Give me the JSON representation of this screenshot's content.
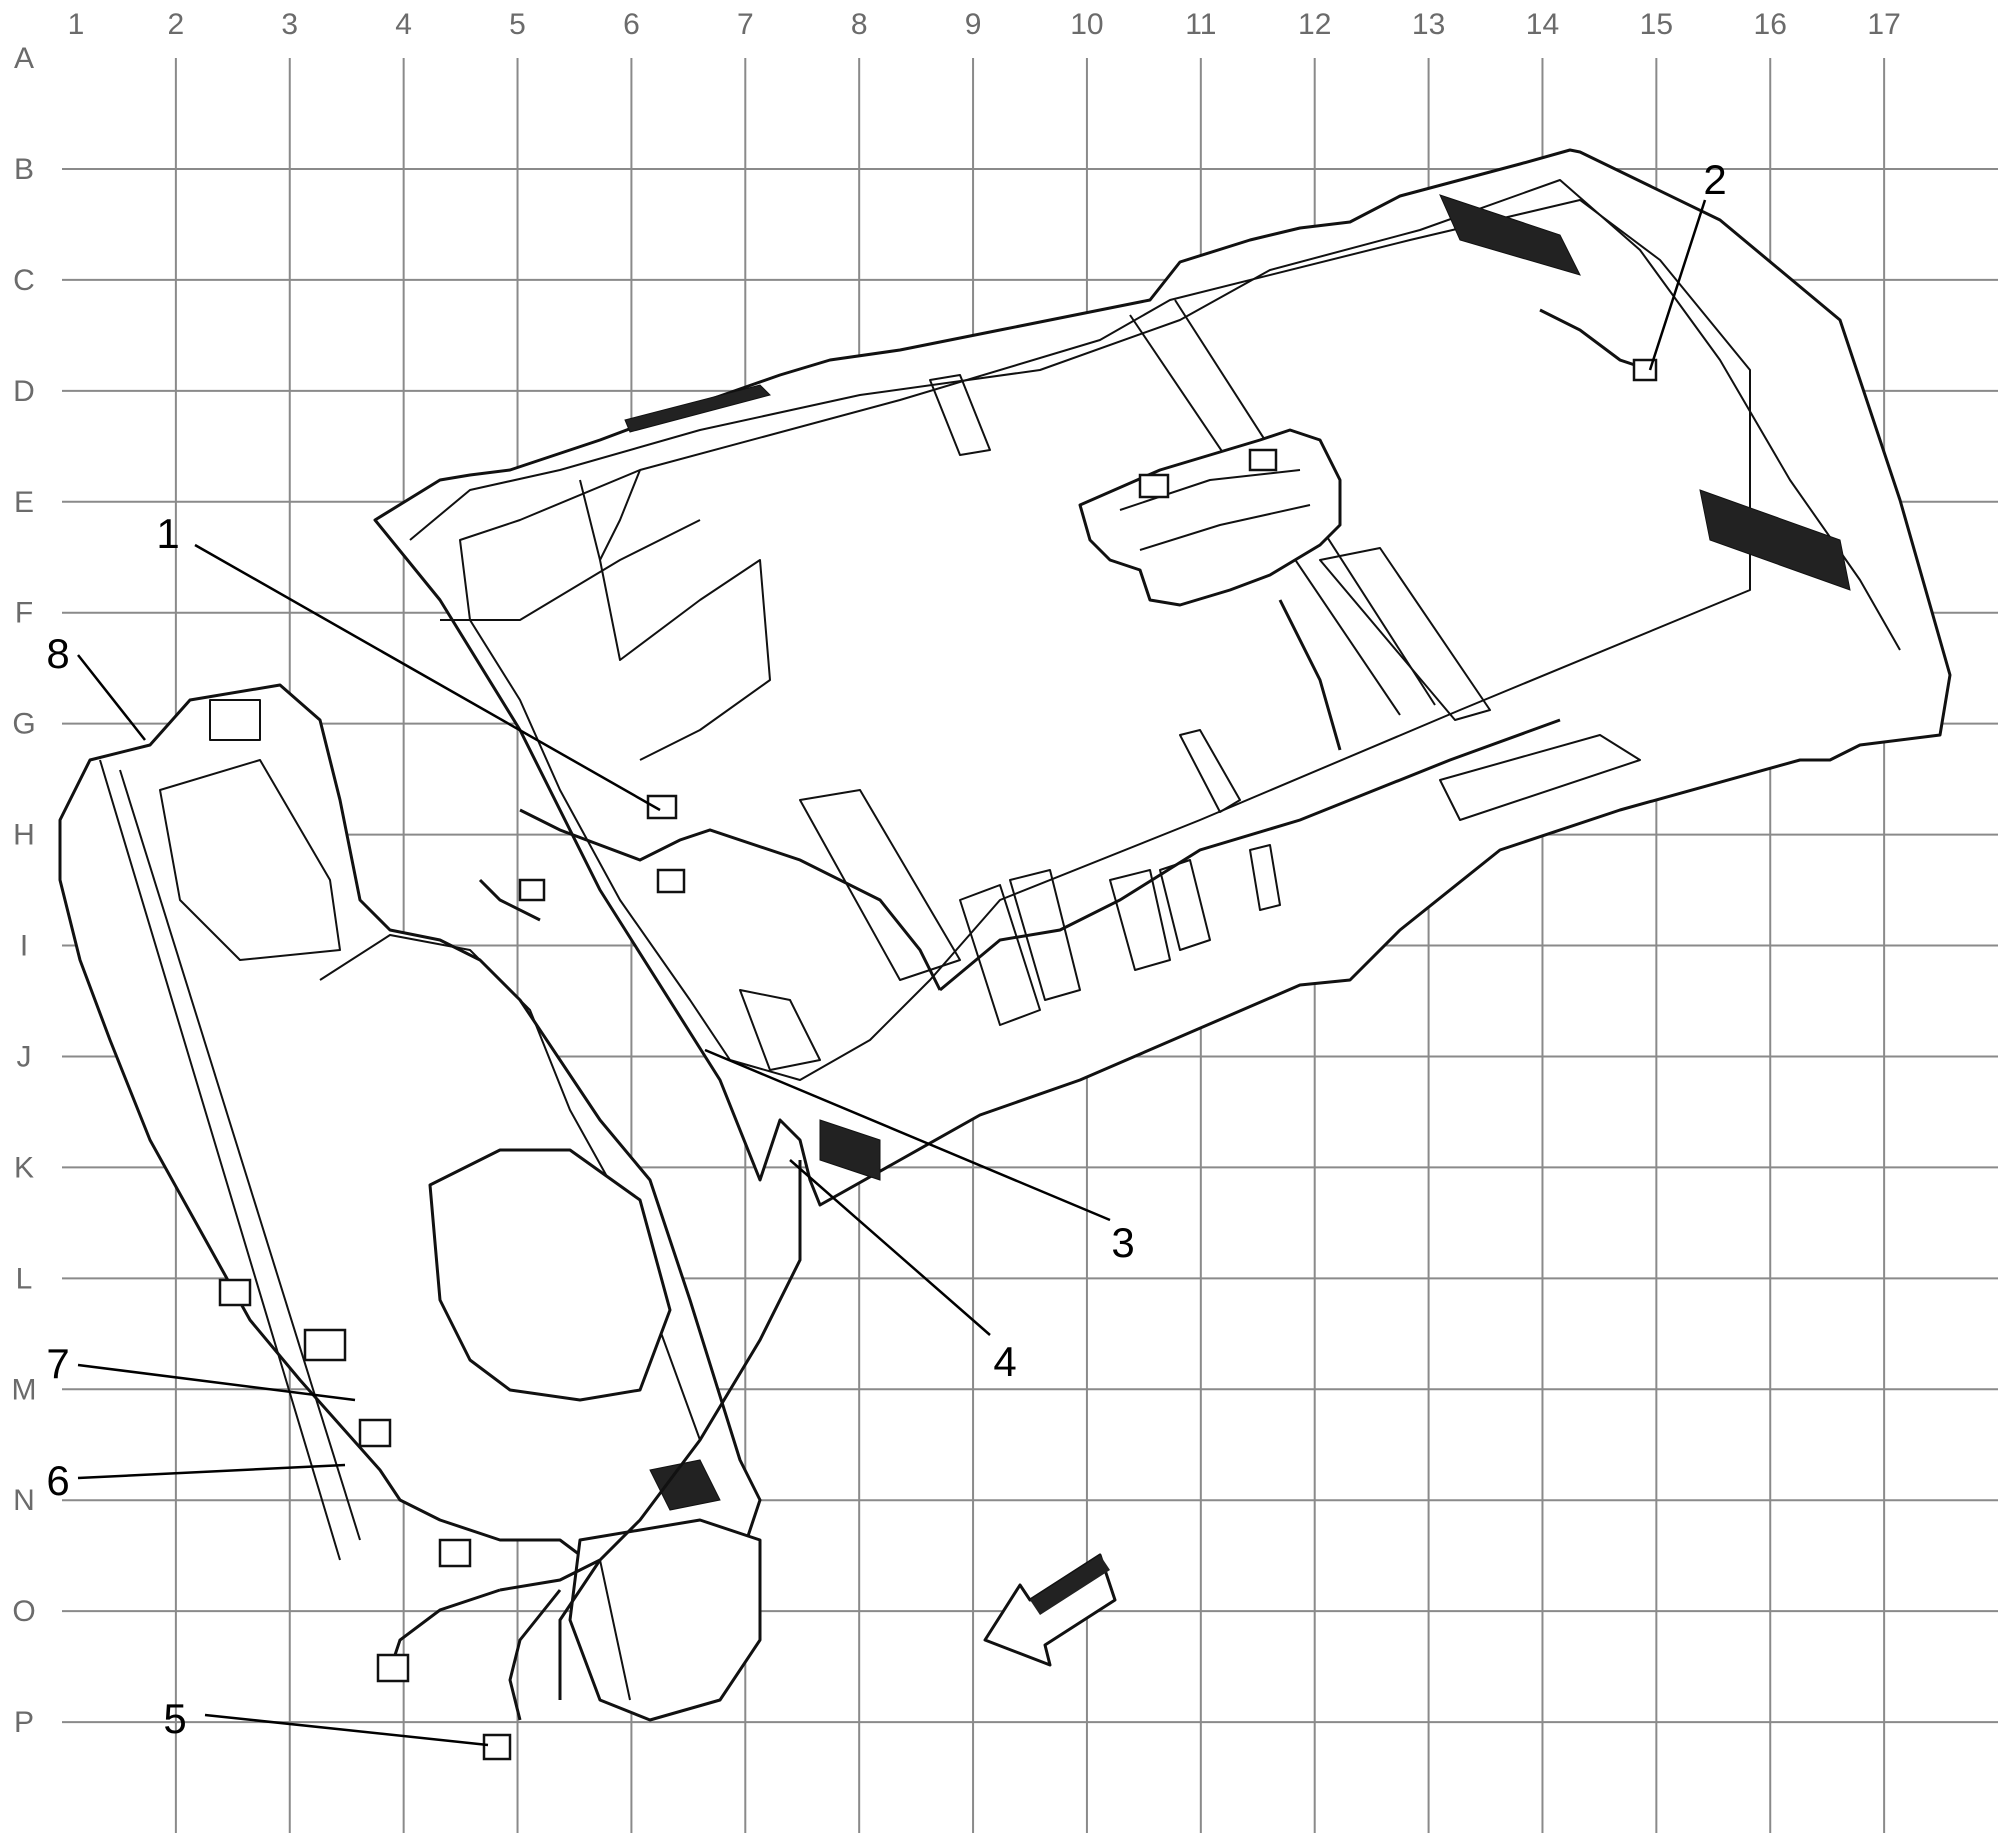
{
  "grid": {
    "columns": [
      "1",
      "2",
      "3",
      "4",
      "5",
      "6",
      "7",
      "8",
      "9",
      "10",
      "11",
      "12",
      "13",
      "14",
      "15",
      "16",
      "17"
    ],
    "rows": [
      "A",
      "B",
      "C",
      "D",
      "E",
      "F",
      "G",
      "H",
      "I",
      "J",
      "K",
      "L",
      "M",
      "N",
      "O",
      "P"
    ]
  },
  "callouts": [
    {
      "id": "1",
      "label": "1"
    },
    {
      "id": "2",
      "label": "2"
    },
    {
      "id": "3",
      "label": "3"
    },
    {
      "id": "4",
      "label": "4"
    },
    {
      "id": "5",
      "label": "5"
    },
    {
      "id": "6",
      "label": "6"
    },
    {
      "id": "7",
      "label": "7"
    },
    {
      "id": "8",
      "label": "8"
    }
  ],
  "colors": {
    "grid": "#8a8a8a",
    "coordinate_text": "#6b6b6b",
    "linework": "#111111",
    "background": "#ffffff"
  },
  "icons": {
    "direction_arrow": "front-direction-arrow-icon"
  }
}
